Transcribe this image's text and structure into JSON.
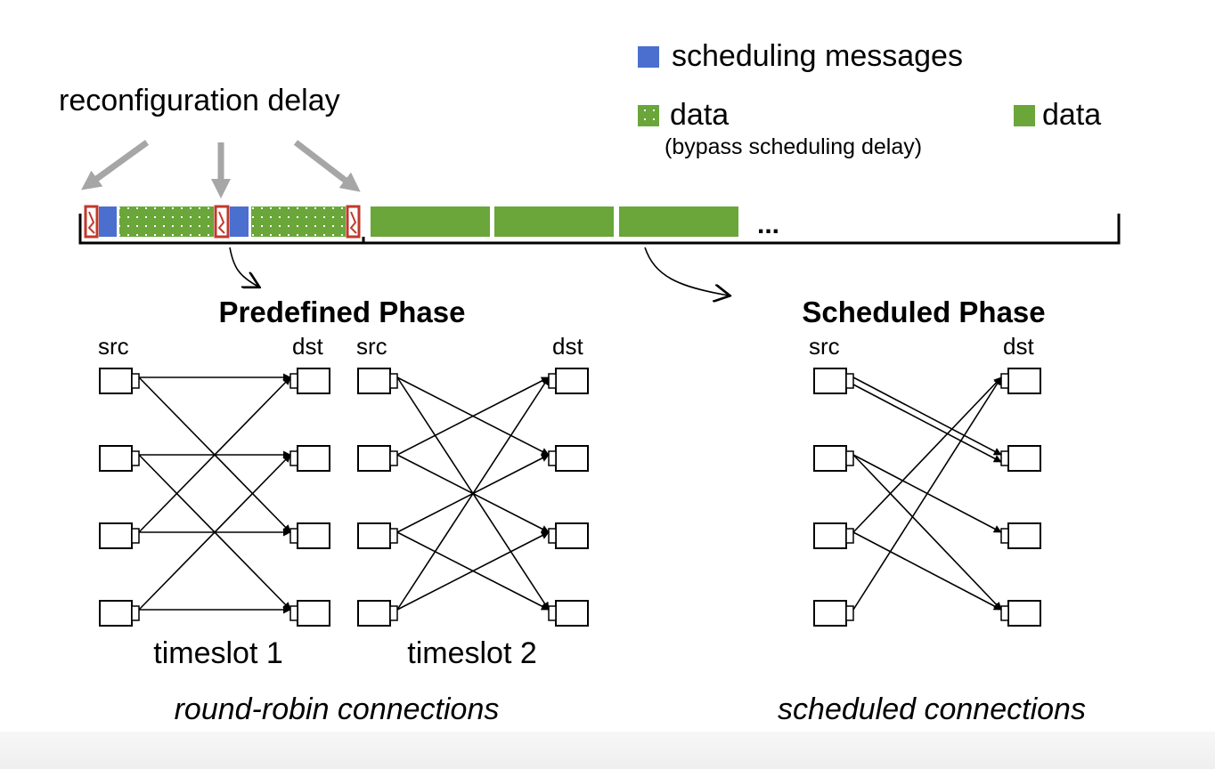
{
  "legend": {
    "scheduling_messages": "scheduling messages",
    "data_dotted": "data",
    "data_dotted_note": "(bypass scheduling delay)",
    "data_solid": "data",
    "colors": {
      "scheduling": "#4a6fcf",
      "data": "#6aa63a",
      "reconfig_border": "#c0392b",
      "arrow_gray": "#a6a6a6"
    }
  },
  "timeline": {
    "reconfiguration_label": "reconfiguration delay",
    "ellipsis": "..."
  },
  "predefined": {
    "title": "Predefined Phase",
    "caption": "round-robin connections",
    "timeslot1": {
      "label": "timeslot 1",
      "src": "src",
      "dst": "dst",
      "edges": [
        [
          0,
          0
        ],
        [
          0,
          2
        ],
        [
          1,
          1
        ],
        [
          1,
          3
        ],
        [
          2,
          0
        ],
        [
          2,
          2
        ],
        [
          3,
          1
        ],
        [
          3,
          3
        ]
      ]
    },
    "timeslot2": {
      "label": "timeslot 2",
      "src": "src",
      "dst": "dst",
      "edges": [
        [
          0,
          1
        ],
        [
          0,
          3
        ],
        [
          1,
          0
        ],
        [
          1,
          2
        ],
        [
          2,
          1
        ],
        [
          2,
          3
        ],
        [
          3,
          0
        ],
        [
          3,
          2
        ]
      ]
    }
  },
  "scheduled": {
    "title": "Scheduled Phase",
    "caption": "scheduled connections",
    "src": "src",
    "dst": "dst",
    "edges": [
      [
        0,
        1
      ],
      [
        0,
        1
      ],
      [
        1,
        2
      ],
      [
        1,
        3
      ],
      [
        2,
        0
      ],
      [
        2,
        3
      ],
      [
        3,
        0
      ]
    ]
  }
}
